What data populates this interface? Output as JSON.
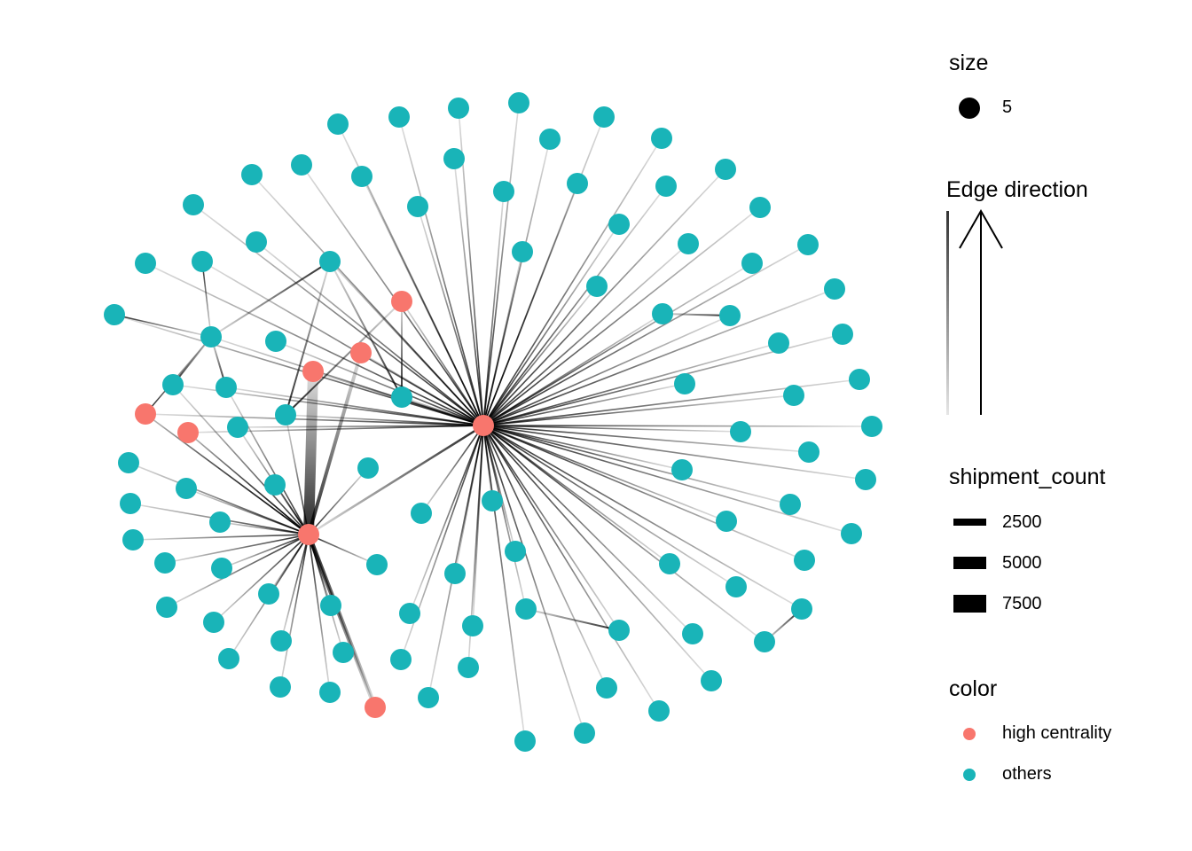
{
  "colors": {
    "high_centrality": "#F8766D",
    "others": "#19B4B8",
    "edge": "#000000"
  },
  "legend": {
    "size": {
      "title": "size",
      "items": [
        {
          "label": "5",
          "value": 5
        }
      ]
    },
    "edge_direction": {
      "title": "Edge direction"
    },
    "shipment_count": {
      "title": "shipment_count",
      "items": [
        {
          "label": "2500",
          "value": 2500
        },
        {
          "label": "5000",
          "value": 5000
        },
        {
          "label": "7500",
          "value": 7500
        }
      ]
    },
    "color": {
      "title": "color",
      "items": [
        {
          "label": "high centrality",
          "key": "high_centrality"
        },
        {
          "label": "others",
          "key": "others"
        }
      ]
    }
  }
}
